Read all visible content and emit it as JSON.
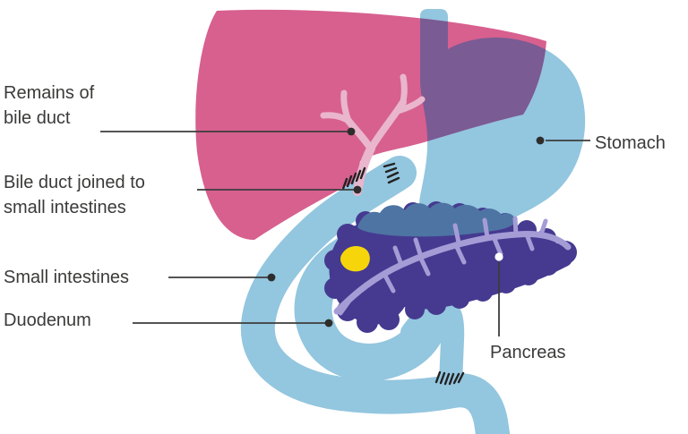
{
  "diagram": {
    "labels": [
      {
        "id": "remains-of-bile-duct",
        "text": "Remains of\nbile duct"
      },
      {
        "id": "bile-duct-joined-to-small-intestines",
        "text": "Bile duct joined to\nsmall intestines"
      },
      {
        "id": "small-intestines",
        "text": "Small intestines"
      },
      {
        "id": "duodenum",
        "text": "Duodenum"
      },
      {
        "id": "stomach",
        "text": "Stomach"
      },
      {
        "id": "pancreas",
        "text": "Pancreas"
      }
    ],
    "colors": {
      "liver": "#d7608f",
      "liver_stomach_overlap": "#7a5b94",
      "digestive_tract": "#93c6df",
      "pancreas": "#453a90",
      "pancreas_behind_stomach": "#4e74a4",
      "pancreatic_duct": "#a59cd6",
      "bile_duct_remnant": "#e9b6cd",
      "yellow_nodule": "#f6d60b",
      "suture_marks": "#222222",
      "leader_lines": "#3c3c3b",
      "label_text": "#3a3a39",
      "background": "#ffffff"
    }
  }
}
